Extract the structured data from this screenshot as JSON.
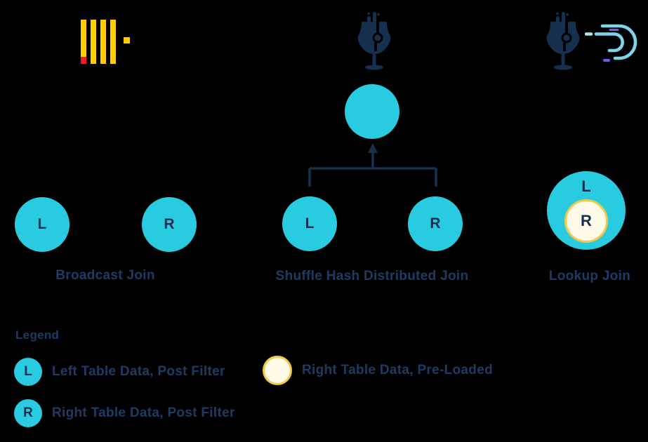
{
  "colors": {
    "background": "#000000",
    "node_cyan": "#28CBE0",
    "letter_navy": "#152E52",
    "label_navy": "#1E3C63",
    "line_navy": "#16304F",
    "preloaded_fill": "#FFFBE8",
    "preloaded_border": "#F4C845",
    "logo_yellow": "#FFCD00",
    "logo_red": "#EE1C25",
    "speed_cyan": "#7FD4EA",
    "speed_cyan_light": "#A9E6F3",
    "speed_purple": "#6F5BE9"
  },
  "header": {
    "icons": [
      {
        "name": "bar-columns-logo"
      },
      {
        "name": "wine-glass-logo"
      },
      {
        "name": "wine-glass-logo"
      },
      {
        "name": "speed-d-logo"
      }
    ]
  },
  "sections": [
    {
      "label": "Broadcast Join",
      "nodes": [
        {
          "letter": "L"
        },
        {
          "letter": "R"
        }
      ]
    },
    {
      "label": "Shuffle Hash Distributed Join",
      "nodes": [
        {
          "letter": "L"
        },
        {
          "letter": "R"
        }
      ]
    },
    {
      "label": "Lookup Join",
      "outer_letter": "L",
      "inner_letter": "R"
    }
  ],
  "legend": {
    "title": "Legend",
    "items": [
      {
        "letter": "L",
        "swatch": "cyan",
        "label": "Left Table Data, Post Filter"
      },
      {
        "letter": "R",
        "swatch": "cyan",
        "label": "Right Table Data, Post Filter"
      },
      {
        "letter": "",
        "swatch": "cream",
        "label": "Right Table Data, Pre-Loaded"
      }
    ]
  }
}
